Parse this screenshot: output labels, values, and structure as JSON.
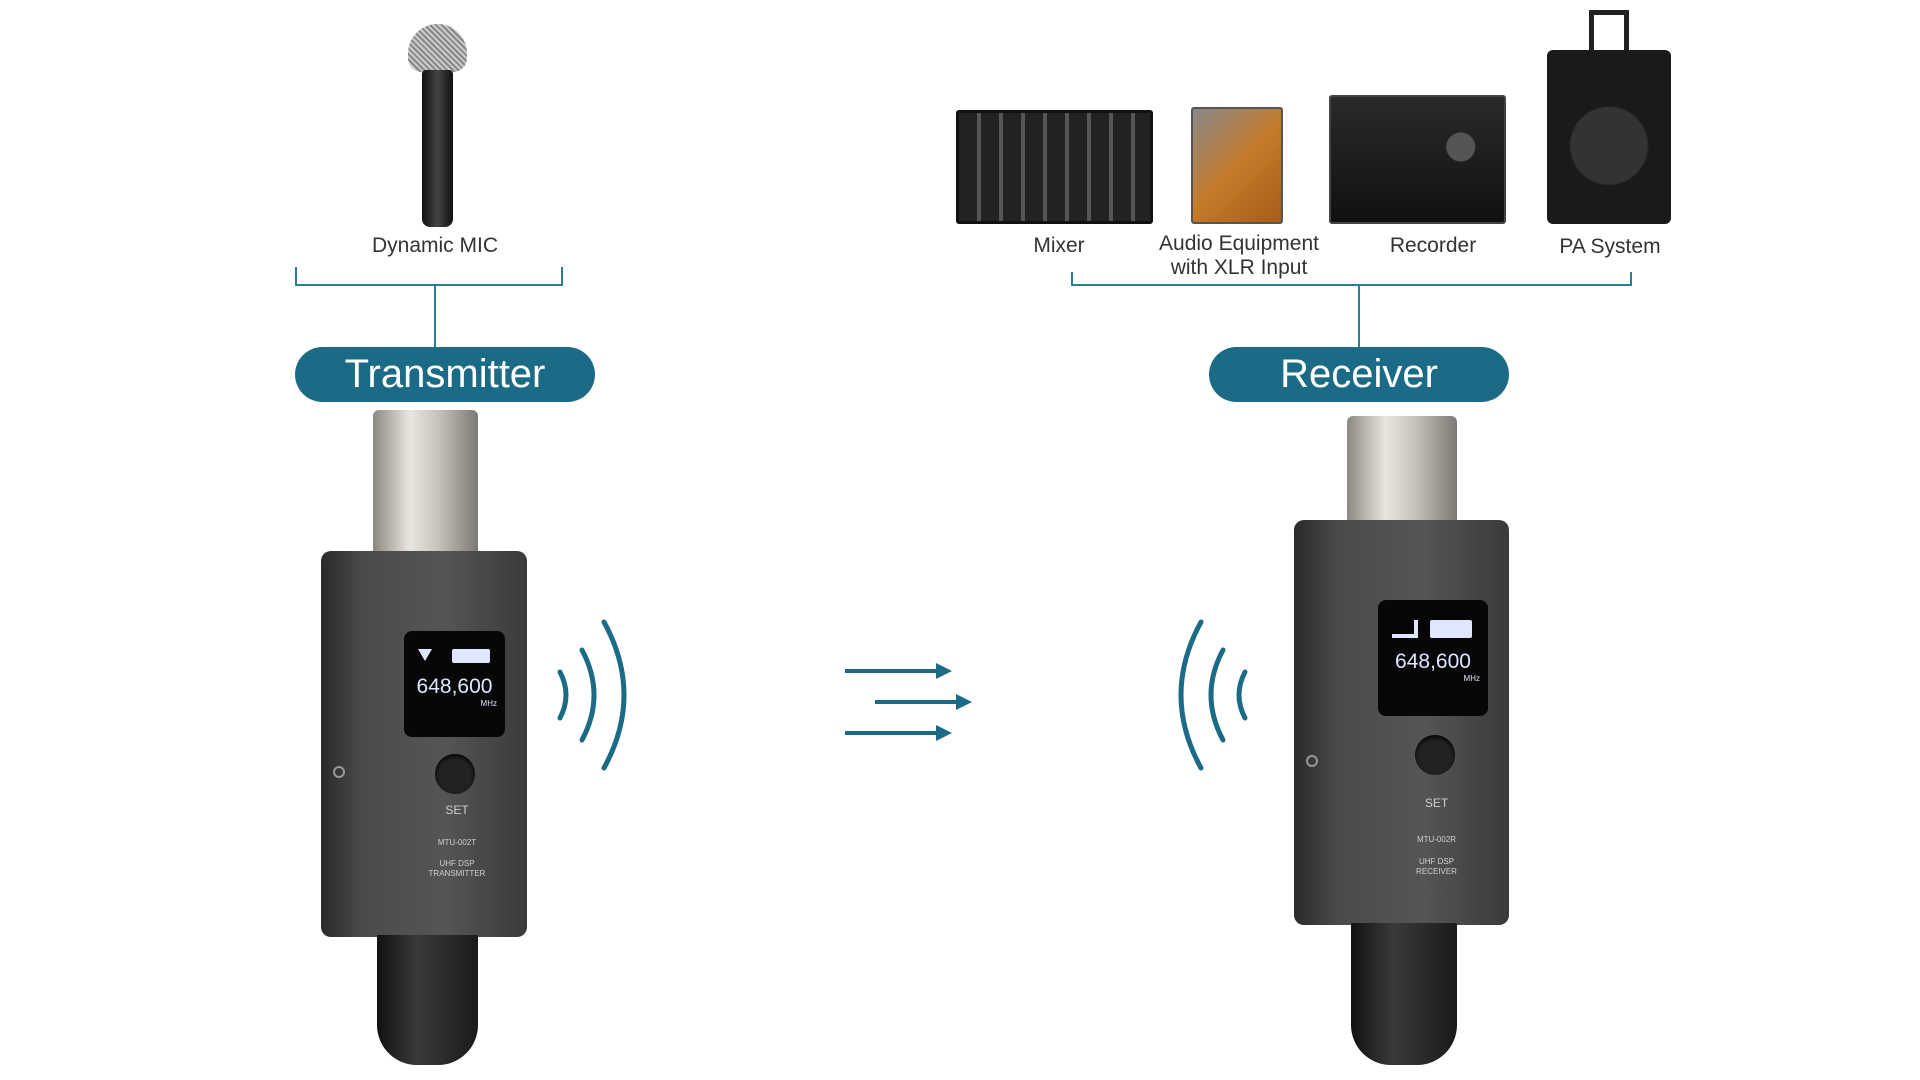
{
  "source": {
    "device_label": "Dynamic MIC"
  },
  "destinations": [
    {
      "label": "Mixer"
    },
    {
      "label_line1": "Audio Equipment",
      "label_line2": "with XLR Input"
    },
    {
      "label": "Recorder"
    },
    {
      "label": "PA System"
    }
  ],
  "transmitter": {
    "title": "Transmitter",
    "frequency": "648,600",
    "unit": "MHz",
    "button": "SET",
    "model": "MTU-002T",
    "desc1": "UHF DSP",
    "desc2": "TRANSMITTER"
  },
  "receiver": {
    "title": "Receiver",
    "frequency": "648,600",
    "unit": "MHz",
    "button": "SET",
    "model": "MTU-002R",
    "desc1": "UHF DSP",
    "desc2": "RECEIVER"
  },
  "colors": {
    "accent": "#1b6a86"
  }
}
